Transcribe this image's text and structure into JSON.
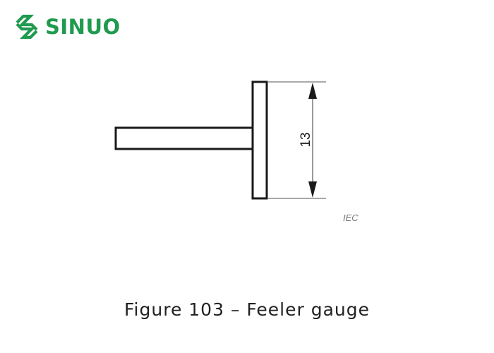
{
  "logo": {
    "icon": "sinuo-logo-icon",
    "text": "SINUO",
    "color": "#1f9a4e"
  },
  "diagram": {
    "dimension_value": "13",
    "watermark": "IEC",
    "line_color": "#1a1a1a",
    "dimension_color": "#555555",
    "watermark_color": "#7a7a7a"
  },
  "caption": {
    "text": "Figure 103 – Feeler gauge",
    "color": "#222222"
  }
}
